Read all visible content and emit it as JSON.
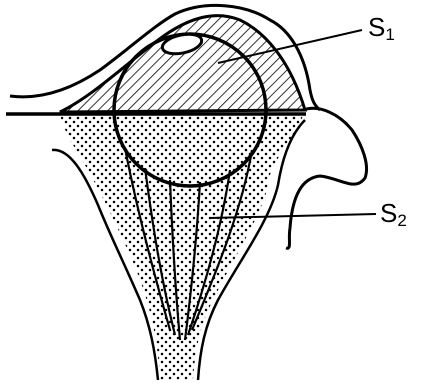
{
  "labels": {
    "s1": {
      "main": "S",
      "sub": "1"
    },
    "s2": {
      "main": "S",
      "sub": "2"
    }
  },
  "colors": {
    "ink": "#000000",
    "paper": "#ffffff"
  }
}
